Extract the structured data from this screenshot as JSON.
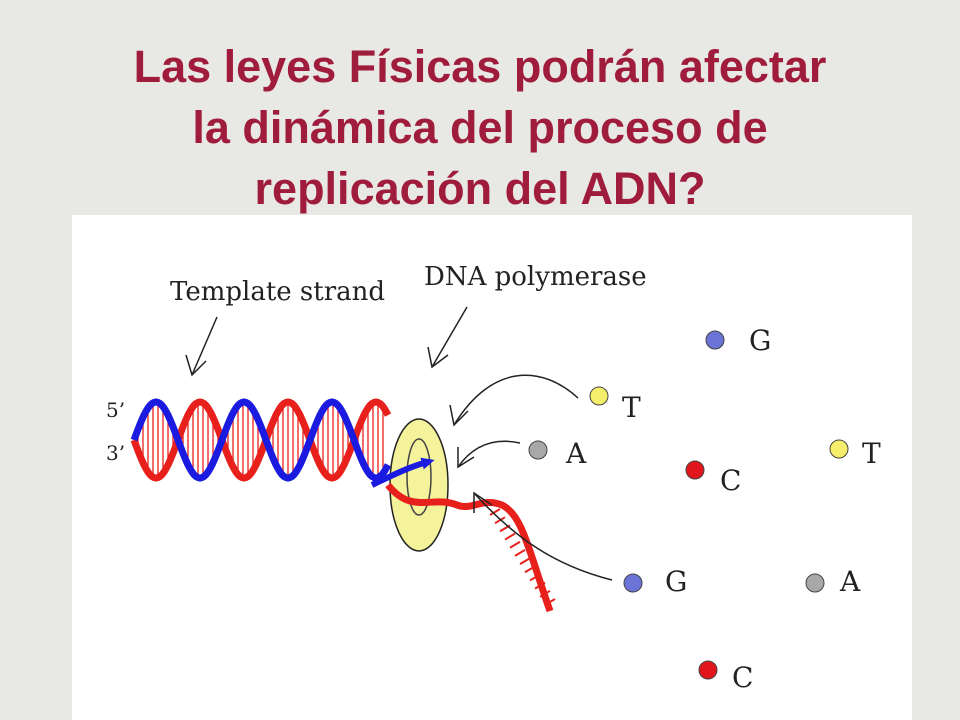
{
  "title": {
    "line1": "Las leyes Físicas podrán afectar",
    "line2": "la dinámica del proceso de",
    "line3": "replicación del ADN?"
  },
  "diagram": {
    "labels": {
      "template_strand": "Template strand",
      "dna_polymerase": "DNA polymerase",
      "five_prime": "5’",
      "three_prime": "3’"
    },
    "nucleotides": [
      {
        "base": "G",
        "color": "#6b74d6"
      },
      {
        "base": "T",
        "color": "#f4ee6a"
      },
      {
        "base": "A",
        "color": "#a8a8a8"
      },
      {
        "base": "C",
        "color": "#e0161c"
      },
      {
        "base": "T",
        "color": "#f4ee6a"
      },
      {
        "base": "G",
        "color": "#6b74d6"
      },
      {
        "base": "A",
        "color": "#a8a8a8"
      },
      {
        "base": "C",
        "color": "#e0161c"
      }
    ],
    "colors": {
      "strand_red": "#e8201c",
      "strand_blue": "#1a1ae0",
      "polymerase_fill": "#f4f29a"
    }
  }
}
